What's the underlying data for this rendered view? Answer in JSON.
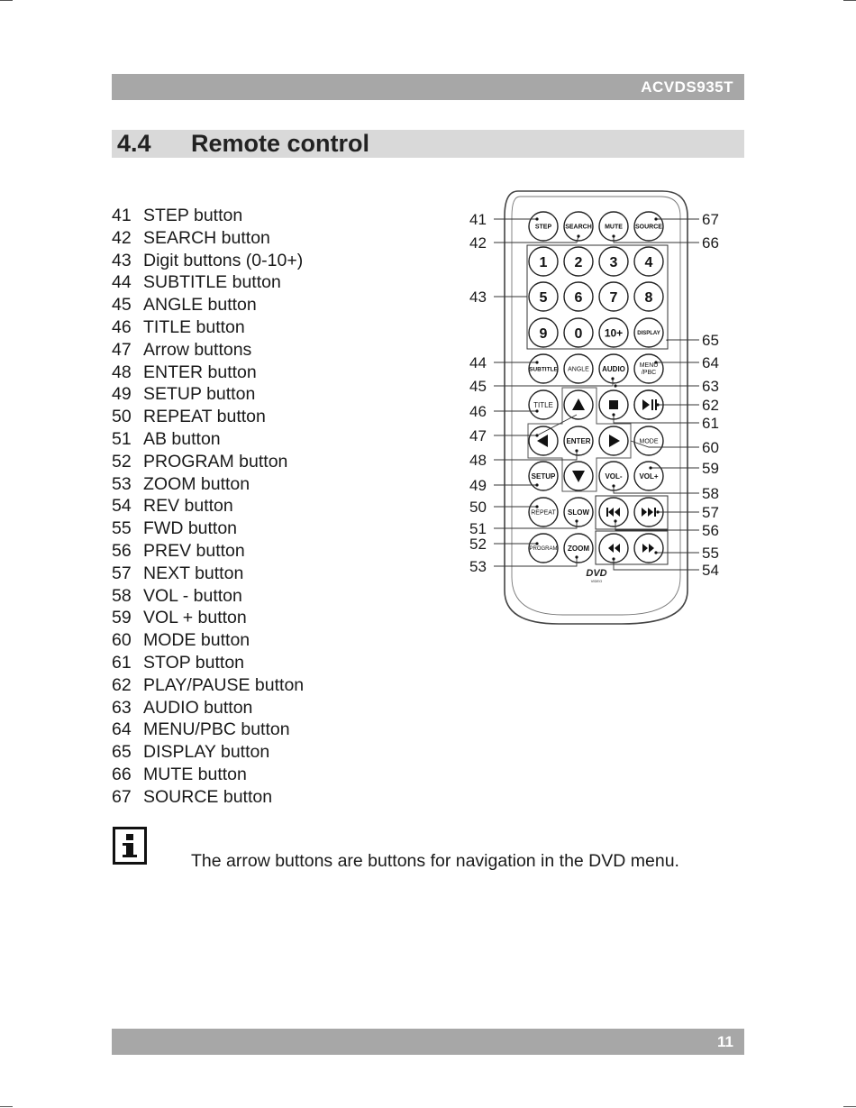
{
  "header": {
    "model": "ACVDS935T"
  },
  "section": {
    "number": "4.4",
    "title": "Remote control"
  },
  "legend": [
    {
      "n": "41",
      "label": "STEP button"
    },
    {
      "n": "42",
      "label": "SEARCH button"
    },
    {
      "n": "43",
      "label": "Digit buttons (0-10+)"
    },
    {
      "n": "44",
      "label": "SUBTITLE button"
    },
    {
      "n": "45",
      "label": "ANGLE button"
    },
    {
      "n": "46",
      "label": "TITLE button"
    },
    {
      "n": "47",
      "label": "Arrow buttons"
    },
    {
      "n": "48",
      "label": "ENTER button"
    },
    {
      "n": "49",
      "label": "SETUP button"
    },
    {
      "n": "50",
      "label": "REPEAT button"
    },
    {
      "n": "51",
      "label": "AB button"
    },
    {
      "n": "52",
      "label": "PROGRAM button"
    },
    {
      "n": "53",
      "label": "ZOOM button"
    },
    {
      "n": "54",
      "label": "REV button"
    },
    {
      "n": "55",
      "label": "FWD button"
    },
    {
      "n": "56",
      "label": "PREV button"
    },
    {
      "n": "57",
      "label": "NEXT button"
    },
    {
      "n": "58",
      "label": "VOL - button"
    },
    {
      "n": "59",
      "label": "VOL + button"
    },
    {
      "n": "60",
      "label": "MODE button"
    },
    {
      "n": "61",
      "label": "STOP button"
    },
    {
      "n": "62",
      "label": "PLAY/PAUSE button"
    },
    {
      "n": "63",
      "label": "AUDIO button"
    },
    {
      "n": "64",
      "label": "MENU/PBC button"
    },
    {
      "n": "65",
      "label": "DISPLAY button"
    },
    {
      "n": "66",
      "label": "MUTE button"
    },
    {
      "n": "67",
      "label": "SOURCE button"
    }
  ],
  "remote": {
    "buttons": {
      "step": "STEP",
      "search": "SEARCH",
      "mute": "MUTE",
      "source": "SOURCE",
      "d1": "1",
      "d2": "2",
      "d3": "3",
      "d4": "4",
      "d5": "5",
      "d6": "6",
      "d7": "7",
      "d8": "8",
      "d9": "9",
      "d0": "0",
      "d10": "10+",
      "display": "DISPLAY",
      "subtitle": "SUBTITLE",
      "angle": "ANGLE",
      "audio": "AUDIO",
      "menu1": "MENU",
      "menu2": "/PBC",
      "title": "TITLE",
      "enter": "ENTER",
      "mode": "MODE",
      "setup": "SETUP",
      "volminus": "VOL-",
      "volplus": "VOL+",
      "repeat": "REPEAT",
      "slow": "SLOW",
      "program": "PROGRAM",
      "zoom": "ZOOM"
    },
    "callouts_left": [
      "41",
      "42",
      "43",
      "44",
      "45",
      "46",
      "47",
      "48",
      "49",
      "50",
      "51",
      "52",
      "53"
    ],
    "callouts_right": [
      "67",
      "66",
      "65",
      "64",
      "63",
      "62",
      "61",
      "60",
      "59",
      "58",
      "57",
      "56",
      "55",
      "54"
    ],
    "logo_text": "DVD",
    "logo_subtext": "VIDEO"
  },
  "note": {
    "text": "The arrow buttons are buttons for navigation in the DVD menu.",
    "icon": "info-icon"
  },
  "footer": {
    "page": "11"
  }
}
